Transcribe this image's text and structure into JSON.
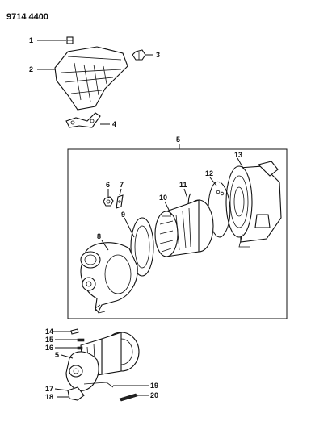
{
  "doc_number": "9714 4400",
  "callouts": {
    "c1": "1",
    "c2": "2",
    "c3": "3",
    "c4": "4",
    "c5": "5",
    "c6": "6",
    "c7": "7",
    "c8": "8",
    "c9": "9",
    "c10": "10",
    "c11": "11",
    "c12": "12",
    "c13": "13",
    "c14": "14",
    "c15": "15",
    "c16": "16",
    "c5b": "5",
    "c17": "17",
    "c18": "18",
    "c19": "19",
    "c20": "20"
  }
}
